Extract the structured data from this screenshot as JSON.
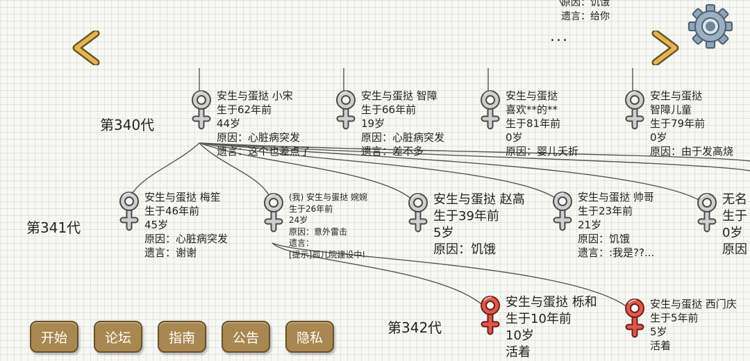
{
  "colors": {
    "deceased_icon": "#cfcfcf",
    "living_icon": "#e0584a",
    "button": "#a98750"
  },
  "top_partial": {
    "reason": "原因：饥饿",
    "last_words": "遗言：给你"
  },
  "ellipsis": "...",
  "generations": [
    {
      "label": "第340代"
    },
    {
      "label": "第341代"
    },
    {
      "label": "第342代"
    }
  ],
  "gen340": [
    {
      "name": "安生与蛋挞 小宋",
      "born": "生于62年前",
      "age": "44岁",
      "reason": "原因：心脏病突发",
      "last_words": "遗言：这个也差点了"
    },
    {
      "name": "安生与蛋挞 智障",
      "born": "生于66年前",
      "age": "19岁",
      "reason": "原因：心脏病突发",
      "last_words": "遗言：差不多"
    },
    {
      "name": "安生与蛋挞",
      "line2": "喜欢**的**",
      "born": "生于81年前",
      "age": "0岁",
      "reason": "原因：婴儿夭折"
    },
    {
      "name": "安生与蛋挞",
      "line2": "智障儿童",
      "born": "生于79年前",
      "age": "0岁",
      "reason": "原因：由于发高烧"
    }
  ],
  "gen341": [
    {
      "name": "安生与蛋挞 梅笙",
      "born": "生于46年前",
      "age": "45岁",
      "reason": "原因：心脏病突发",
      "last_words": "遗言：谢谢"
    },
    {
      "name": "(我) 安生与蛋挞 婉婉",
      "born": "生于26年前",
      "age": "24岁",
      "reason": "原因：意外雷击",
      "last_words": "遗言：",
      "hint": "[提示]孤儿院建设中!"
    },
    {
      "name": "安生与蛋挞 赵高",
      "born": "生于39年前",
      "age": "5岁",
      "reason": "原因：饥饿"
    },
    {
      "name": "安生与蛋挞 帅哥",
      "born": "生于23年前",
      "age": "21岁",
      "reason": "原因：饥饿",
      "last_words": "遗言：:我是??..."
    },
    {
      "name": "无名",
      "born": "生于",
      "age": "0岁",
      "reason": "原因"
    }
  ],
  "gen342": [
    {
      "name": "安生与蛋挞 栎和",
      "born": "生于10年前",
      "age": "10岁",
      "status": "活着"
    },
    {
      "name": "安生与蛋挞 西门庆",
      "born": "生于5年前",
      "age": "5岁",
      "status": "活着"
    }
  ],
  "menu": {
    "start": "开始",
    "forum": "论坛",
    "guide": "指南",
    "notice": "公告",
    "privacy": "隐私"
  }
}
